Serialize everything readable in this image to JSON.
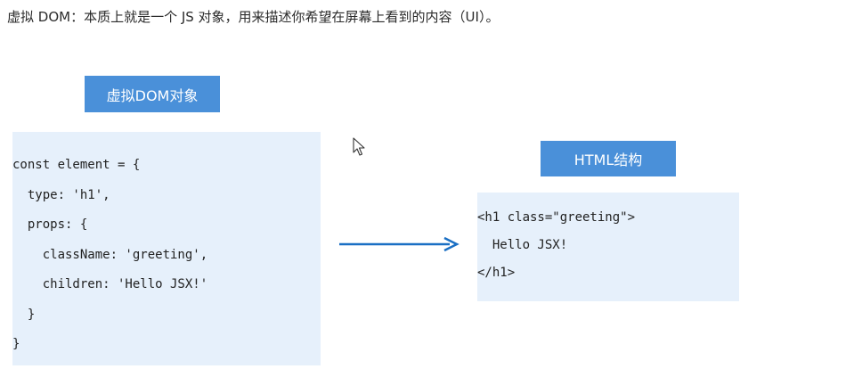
{
  "intro": {
    "text": "虚拟 DOM：本质上就是一个 JS 对象，用来描述你希望在屏幕上看到的内容（UI）。"
  },
  "left_panel": {
    "label": "虚拟DOM对象",
    "code_lines": [
      "const element = {",
      "  type: 'h1',",
      "  props: {",
      "    className: 'greeting',",
      "    children: 'Hello JSX!'",
      "  }",
      "}"
    ]
  },
  "right_panel": {
    "label": "HTML结构",
    "code_lines": [
      "<h1 class=\"greeting\">",
      "  Hello JSX!",
      "</h1>"
    ]
  },
  "colors": {
    "label_bg": "#4a90d9",
    "code_bg": "#e6f0fb",
    "arrow": "#1a6fc4"
  },
  "icons": {
    "arrow": "arrow-right-icon",
    "cursor": "mouse-cursor-icon"
  }
}
